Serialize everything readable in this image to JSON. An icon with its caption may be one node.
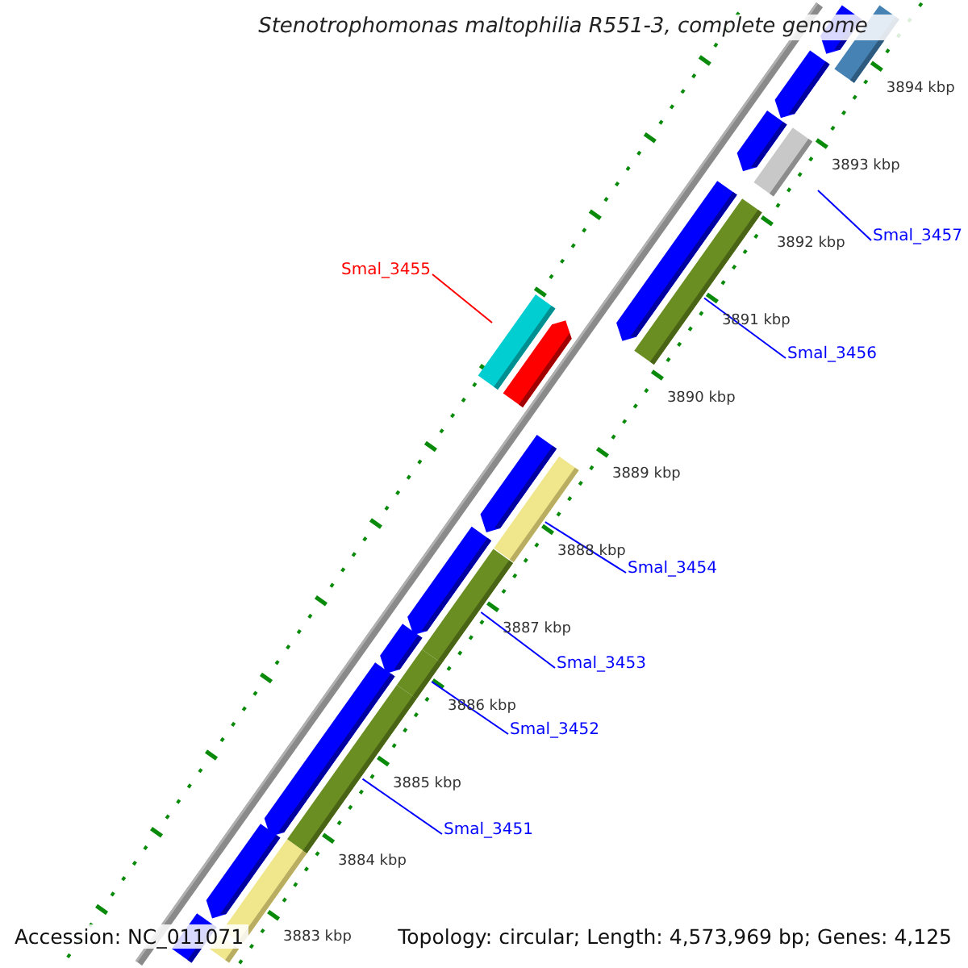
{
  "diagram": {
    "title": "Stenotrophomonas maltophilia R551-3, complete genome",
    "nodes": [
      {
        "text": [
          "Smal_3457"
        ]
      },
      {
        "text": [
          "Smal_3455"
        ]
      },
      {
        "text": [
          "Smal_3456"
        ]
      },
      {
        "text": [
          "Smal_3454"
        ]
      },
      {
        "text": [
          "Smal_3453"
        ]
      },
      {
        "text": [
          "Smal_3452"
        ]
      },
      {
        "text": [
          "Smal_3451"
        ]
      }
    ],
    "edges": [
      {
        "from": 0,
        "to": null,
        "arrow": "none"
      },
      {
        "from": 1,
        "to": null,
        "arrow": "none",
        "color": "#ff0000"
      },
      {
        "from": 2,
        "to": null,
        "arrow": "none"
      },
      {
        "from": 3,
        "to": null,
        "arrow": "none"
      },
      {
        "from": 4,
        "to": null,
        "arrow": "none"
      },
      {
        "from": 5,
        "to": null,
        "arrow": "none"
      },
      {
        "from": 6,
        "to": null,
        "arrow": "none"
      }
    ],
    "labels": [
      "3894 kbp",
      "3893 kbp",
      "3892 kbp",
      "3891 kbp",
      "3890 kbp",
      "3889 kbp",
      "3888 kbp",
      "3887 kbp",
      "3886 kbp",
      "3885 kbp",
      "3884 kbp",
      "3883 kbp",
      "Accession: NC_011071",
      "Topology: circular; Length: 4,573,969 bp; Genes: 4,125"
    ]
  }
}
